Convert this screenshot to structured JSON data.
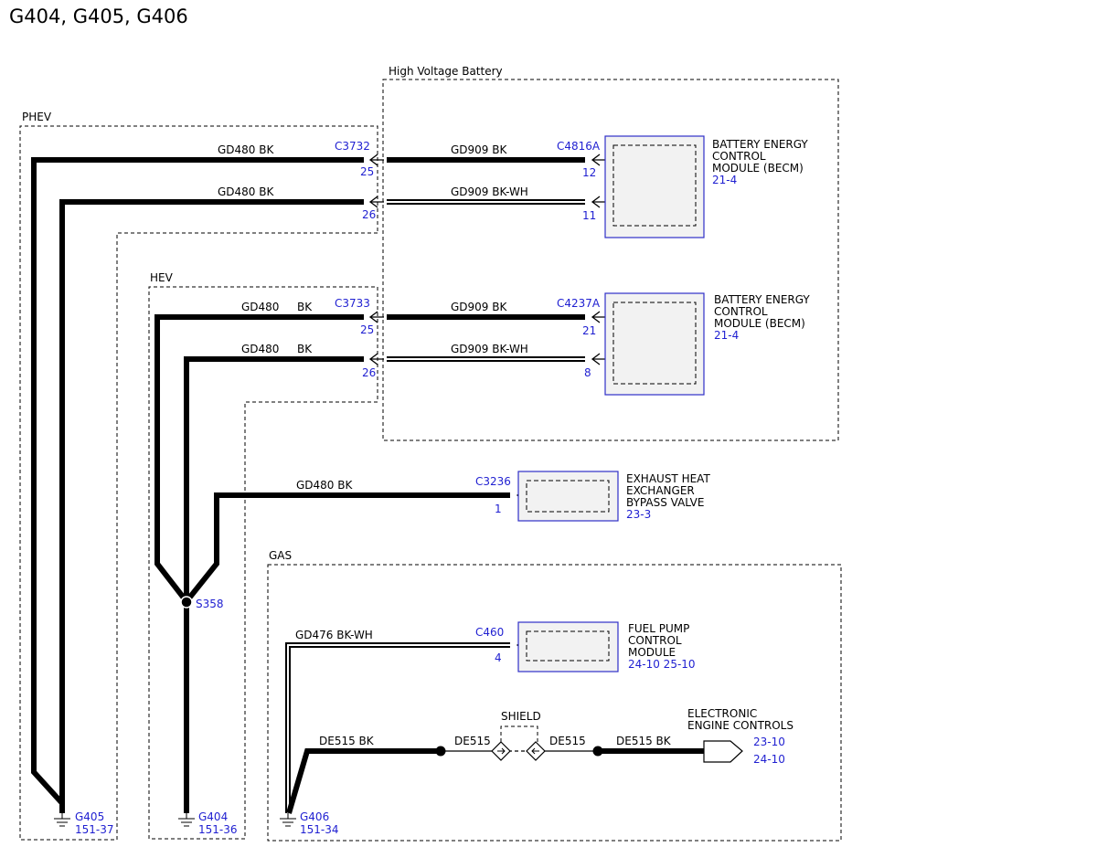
{
  "title": "G404, G405, G406",
  "zones": {
    "hv_battery": "High Voltage Battery",
    "phev": "PHEV",
    "hev": "HEV",
    "gas": "GAS"
  },
  "phev": {
    "left_wire1": "GD480  BK",
    "left_wire2": "GD480  BK",
    "connector": "C3732",
    "pin1": "25",
    "pin2": "26",
    "right_wire1": "GD909  BK",
    "right_wire2": "GD909  BK-WH",
    "module_connector": "C4816A",
    "module_pin1": "12",
    "module_pin2": "11",
    "module_name": [
      "BATTERY ENERGY",
      "CONTROL",
      "MODULE (BECM)"
    ],
    "module_ref": "21-4"
  },
  "hev": {
    "left_wire1": "GD480",
    "left_wire1_color": "BK",
    "left_wire2": "GD480",
    "left_wire2_color": "BK",
    "connector": "C3733",
    "pin1": "25",
    "pin2": "26",
    "right_wire1": "GD909  BK",
    "right_wire2": "GD909  BK-WH",
    "module_connector": "C4237A",
    "module_pin1": "21",
    "module_pin2": "8",
    "module_name": [
      "BATTERY ENERGY",
      "CONTROL",
      "MODULE (BECM)"
    ],
    "module_ref": "21-4"
  },
  "exhaust": {
    "wire": "GD480  BK",
    "connector": "C3236",
    "pin": "1",
    "name": [
      "EXHAUST HEAT",
      "EXCHANGER",
      "BYPASS VALVE"
    ],
    "ref": "23-3"
  },
  "splice": "S358",
  "gas": {
    "fuel_wire": "GD476  BK-WH",
    "fuel_connector": "C460",
    "fuel_pin": "4",
    "fuel_name": [
      "FUEL PUMP",
      "CONTROL",
      "MODULE"
    ],
    "fuel_ref": "24-10 25-10",
    "de_wire1": "DE515   BK",
    "de_wire2": "DE515",
    "de_wire3": "DE515",
    "de_wire4": "DE515   BK",
    "shield": "SHIELD",
    "eec_name": [
      "ELECTRONIC",
      "ENGINE CONTROLS"
    ],
    "eec_ref1": "23-10",
    "eec_ref2": "24-10"
  },
  "grounds": {
    "g405": "G405",
    "g405_ref": "151-37",
    "g404": "G404",
    "g404_ref": "151-36",
    "g406": "G406",
    "g406_ref": "151-34"
  },
  "colors": {
    "link": "#1f1fd1",
    "component_border": "#2f2fc8",
    "component_fill": "#f2f2f2"
  }
}
